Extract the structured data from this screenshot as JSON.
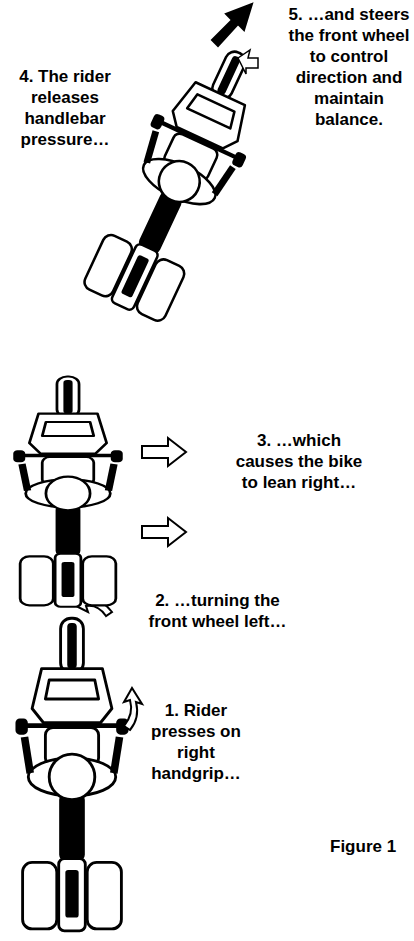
{
  "diagram": {
    "caption": "Figure 1",
    "labels": [
      "1. Rider presses on right handgrip…",
      "2. …turning the front wheel left…",
      "3. …which causes the bike to lean right…",
      "4. The rider releases handlebar pressure…",
      "5. …and steers the front wheel to control direction and maintain balance."
    ]
  }
}
